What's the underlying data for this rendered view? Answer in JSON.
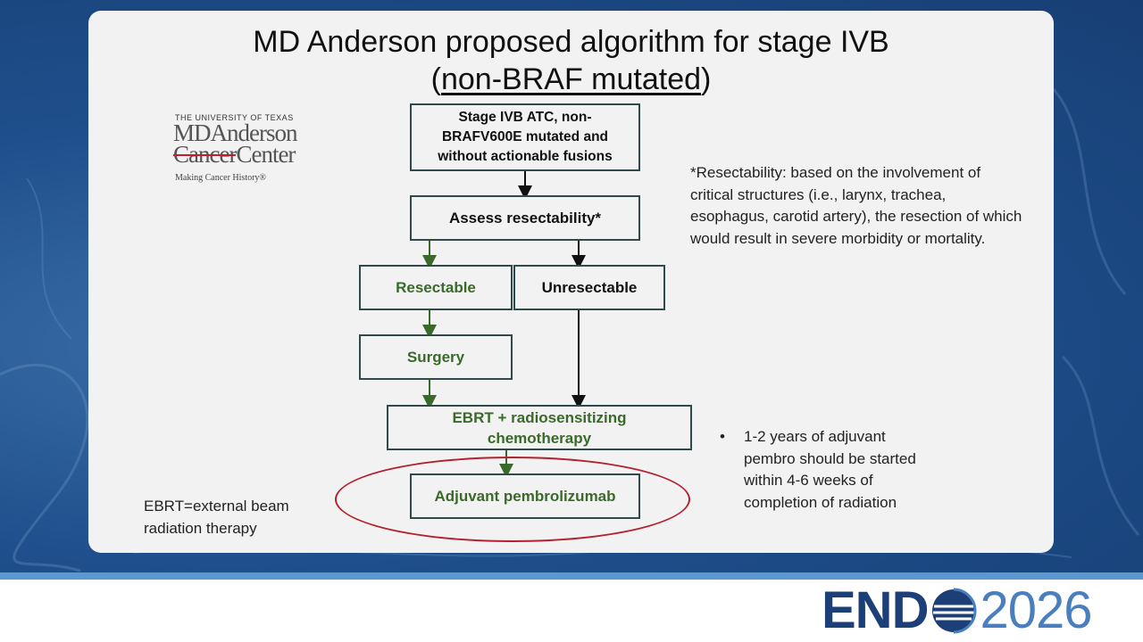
{
  "slide": {
    "title_line1": "MD Anderson proposed algorithm for stage IVB",
    "title_paren_open": "(",
    "title_underlined": "non-BRAF mutated",
    "title_paren_close": ")"
  },
  "logo": {
    "line1": "THE UNIVERSITY OF TEXAS",
    "line2": "MDAnderson",
    "cancer": "Cancer",
    "center": "Center",
    "tagline": "Making Cancer History®"
  },
  "flow": {
    "stage": "Stage IVB ATC, non-BRAFV600E mutated and without actionable fusions",
    "assess": "Assess resectability*",
    "resectable": "Resectable",
    "unresectable": "Unresectable",
    "surgery": "Surgery",
    "ebrt": "EBRT + radiosensitizing chemotherapy",
    "adjuvant": "Adjuvant pembrolizumab"
  },
  "notes": {
    "resectability": "*Resectability: based on the involvement of critical structures (i.e., larynx, trachea, esophagus, carotid artery), the resection of which would result in severe morbidity or mortality.",
    "bullet_symbol": "•",
    "bullet": "1-2 years of adjuvant pembro should be started within 4-6 weeks of completion of radiation",
    "ebrt_def": "EBRT=external beam radiation therapy"
  },
  "footer": {
    "brand_bold": "END",
    "brand_year": "2026"
  },
  "colors": {
    "background": "#1f4f8c",
    "card": "#f2f2f2",
    "box_border": "#2f4a4a",
    "green_text": "#3a6a2a",
    "ellipse": "#b3212e",
    "brand": "#1d3f78"
  }
}
